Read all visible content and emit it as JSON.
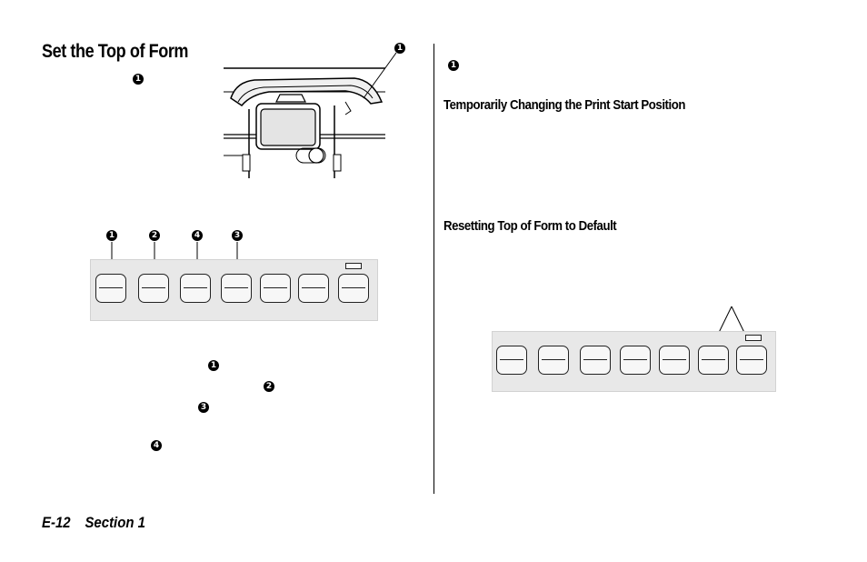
{
  "page": {
    "title": "Set the Top of Form",
    "footer_page": "E-12",
    "footer_section": "Section 1"
  },
  "markers": [
    "1",
    "2",
    "3",
    "4"
  ],
  "right_column": {
    "heading_temporary": "Temporarily Changing the Print Start Position",
    "heading_reset": "Resetting Top of Form to Default"
  },
  "illustrations": {
    "printer_closeup": "printer-head-illustration",
    "control_panel_left_keys": 7,
    "control_panel_right_keys": 7
  },
  "colors": {
    "text": "#000000",
    "panel": "#e8e8e8",
    "background": "#ffffff"
  }
}
